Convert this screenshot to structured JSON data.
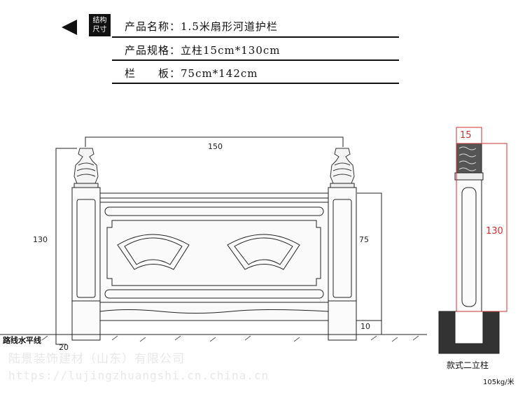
{
  "header": {
    "badge_line1": "结构",
    "badge_line2": "尺寸",
    "rows": [
      {
        "label": "产品名称：",
        "value": "1.5米扇形河道护栏"
      },
      {
        "label": "产品规格：",
        "value": "立柱15cm*130cm"
      },
      {
        "label": "栏　　板：",
        "value": "75cm*142cm"
      }
    ]
  },
  "front_view": {
    "dim_width": "150",
    "dim_height": "130",
    "dim_panel": "75",
    "dim_base": "10",
    "dim_embed": "20",
    "ground_label": "路线水平线"
  },
  "side_view": {
    "dim_top": "15",
    "dim_height": "130",
    "caption": "款式二立柱",
    "weight": "105kg/米"
  },
  "watermark": {
    "company": "陆景装饰建材（山东）有限公司",
    "url": "https://lujingzhuangshi.cn.china.cn"
  },
  "colors": {
    "ink": "#111111",
    "dimension_red": "#d03030",
    "watermark": "#e8e8e8",
    "base_fill": "#333333"
  }
}
